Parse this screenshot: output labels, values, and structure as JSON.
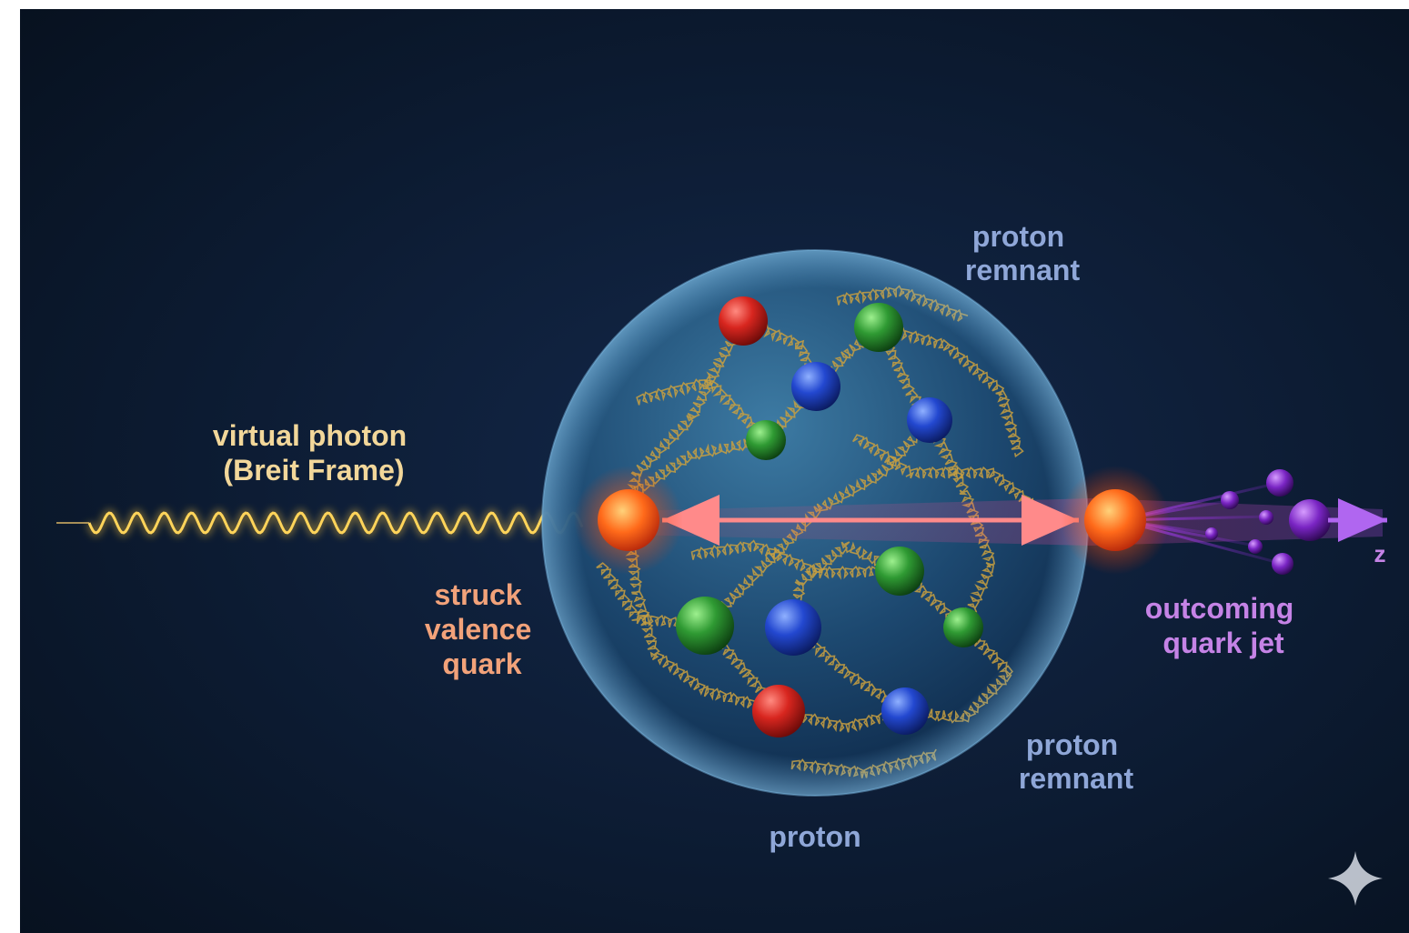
{
  "labels": {
    "virtual_photon": [
      "virtual photon",
      "(Breit Frame)"
    ],
    "struck_quark": [
      "struck",
      "valence",
      "quark"
    ],
    "proton_remnant_top": [
      "proton",
      "remnant"
    ],
    "proton_remnant_bottom": [
      "proton",
      "remnant"
    ],
    "outgoing_jet": [
      "outcoming",
      "quark jet"
    ],
    "proton": "proton",
    "axis": "z"
  },
  "colors": {
    "background": "#0c1a30",
    "photon": "#ffc83a",
    "photon_label": "#f2d79a",
    "struck_label": "#f2a27a",
    "proton_label": "#8fa7d8",
    "jet_label": "#c583e6",
    "jet": "#8a2bd6",
    "quark_red": "#d8261f",
    "quark_green": "#2f9a33",
    "quark_blue": "#2348d0",
    "struck_quark": "#ff6a1a",
    "gluon": "#c9a040",
    "arrow": "#ff8a8a"
  },
  "icons": {
    "corner": "sparkle-icon"
  }
}
